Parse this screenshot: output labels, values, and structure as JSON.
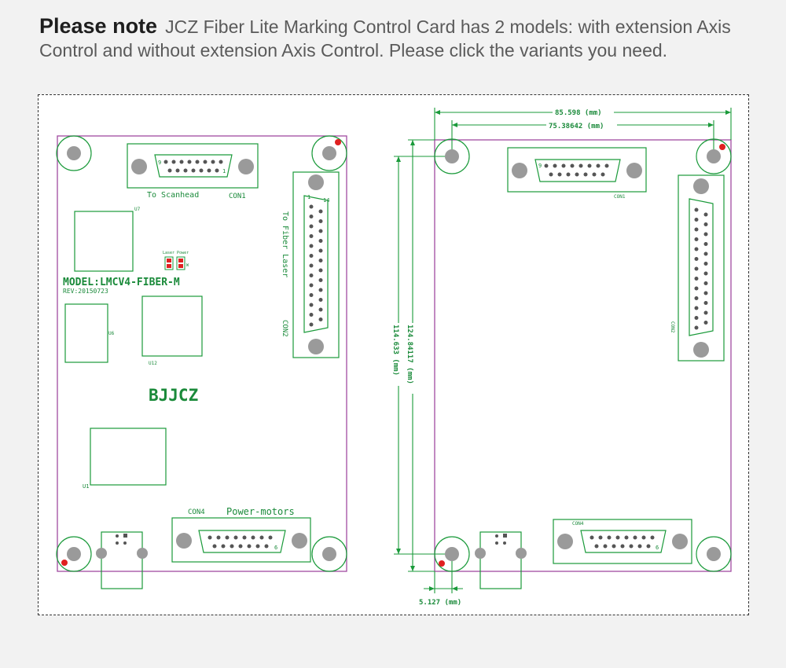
{
  "note": {
    "title": "Please note",
    "text": "JCZ Fiber Lite Marking Control Card has 2 models: with extension Axis Control and without extension Axis Control. Please click the variants you need."
  },
  "left_board": {
    "con1_caption": "To Scanhead",
    "con1_label": "CON1",
    "con1_pin_first": "9",
    "con1_pin_last": "1",
    "con2_caption": "To Fiber Laser",
    "con2_label": "CON2",
    "con2_pin_first": "1",
    "con2_pin_last": "14",
    "u7": "U7",
    "led_label": "Laser Power",
    "led_small": "W",
    "model": "MODEL:LMCV4-FIBER-M",
    "rev": "REV:20150723",
    "u6": "U6",
    "u12": "U12",
    "brand": "BJJCZ",
    "u1": "U1",
    "con4_label": "CON4",
    "con4_caption": "Power-motors",
    "con4_pin_last": "6"
  },
  "right_board": {
    "dim_width_outer": "85.598 (mm)",
    "dim_width_inner": "75.38642 (mm)",
    "dim_height_outer": "114.633 (mm)",
    "dim_height_inner": "124.84117 (mm)",
    "dim_offset": "5.127 (mm)",
    "con1_label": "CON1",
    "con2_label": "CON2",
    "con4_label": "CON4",
    "con1_pin_first": "9",
    "con4_pin_last": "6"
  },
  "colors": {
    "silkscreen": "#1a9a3a",
    "board_edge": "#a04aa0",
    "marker": "#e02020"
  }
}
